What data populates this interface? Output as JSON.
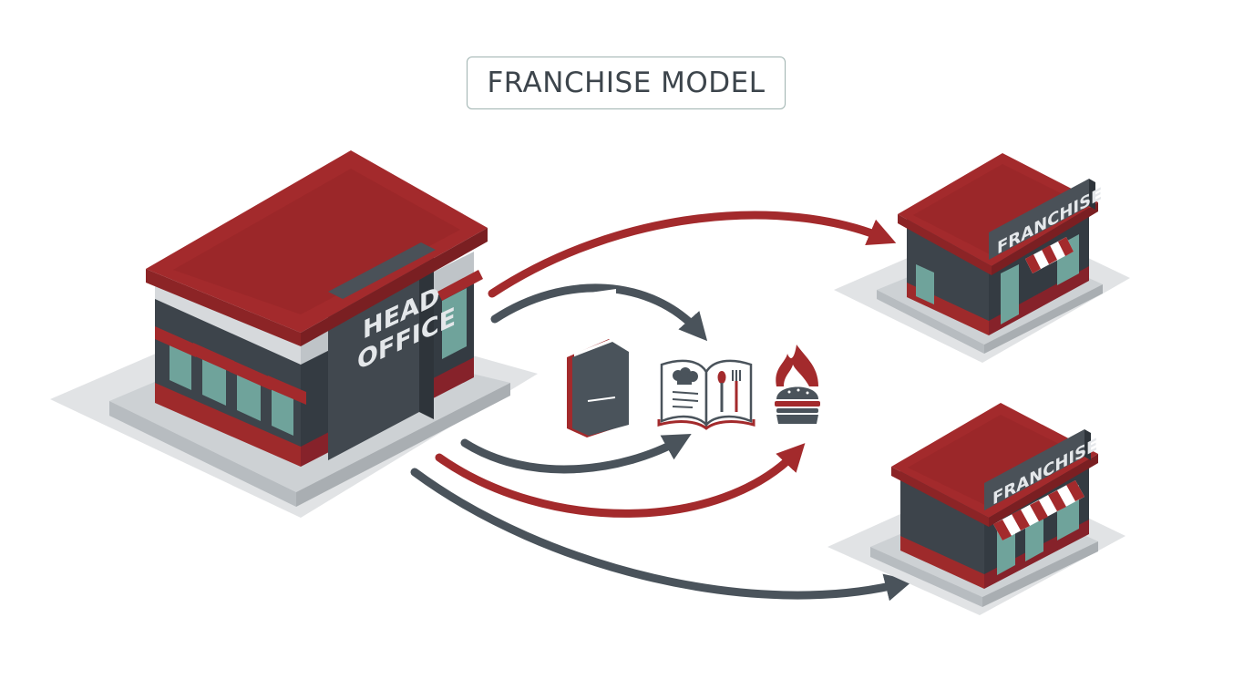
{
  "title": "FRANCHISE MODEL",
  "head_office": {
    "sign_line1": "HEAD",
    "sign_line2": "OFFICE"
  },
  "franchises": [
    {
      "sign": "FRANCHISE"
    },
    {
      "sign": "FRANCHISE"
    }
  ],
  "icons": [
    "manual-book-icon",
    "recipe-book-icon",
    "flame-burger-icon"
  ],
  "colors": {
    "red": "#9e2a2b",
    "dark": "#3d444b",
    "teal": "#6fa39b",
    "arrow_red": "#a32a2c",
    "arrow_dark": "#4a535b"
  }
}
